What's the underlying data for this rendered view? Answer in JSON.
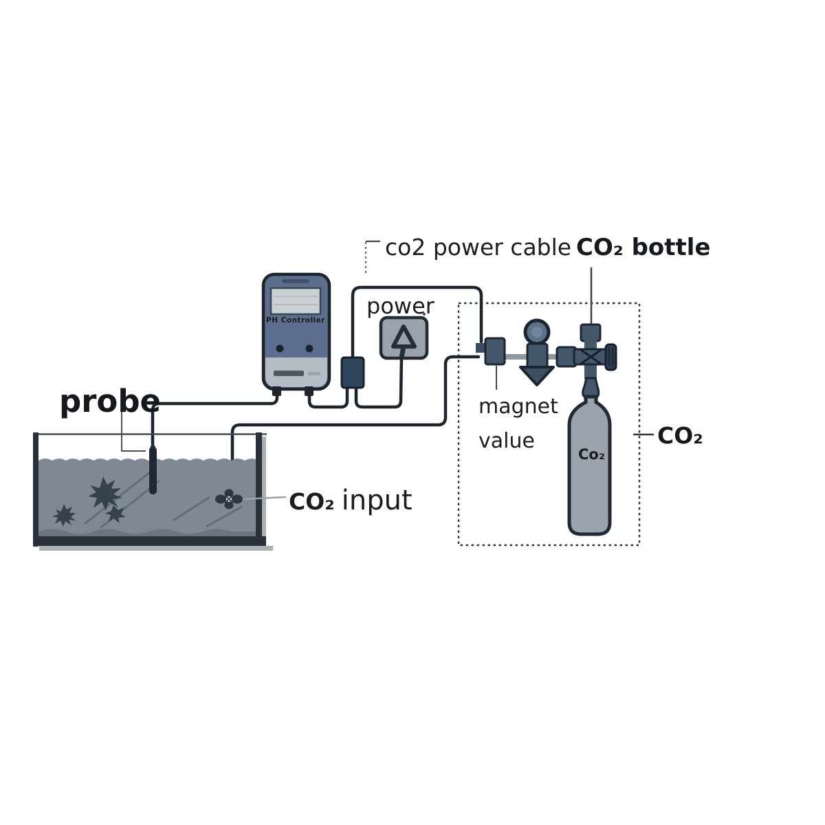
{
  "labels": {
    "co2_power_cable": "co2 power cable",
    "co2_bottle": "CO₂ bottle",
    "power": "power",
    "magnet_valve_line1": "magnet",
    "magnet_valve_line2": "value",
    "co2_box": "CO₂",
    "probe": "probe",
    "co2_input_co2": "CO₂",
    "co2_input_word": "input",
    "bottle_body_text": "Co₂",
    "controller_text": "PH Controller"
  },
  "colors": {
    "line": "#1d242c",
    "component_slate": "#44576b",
    "component_outline": "#1b2530",
    "water": "#7f8893",
    "sediment": "#6c757f",
    "tank_wall": "#2a313a",
    "tank_shadow": "#abb0b6",
    "bottle_fill": "#9aa3ab",
    "controller_body": "#5b6e8d",
    "controller_lower": "#b6bcc4",
    "display": "#cbd0d5",
    "plug_fill": "#9aa3ac",
    "label_text": "#1c1c1c"
  }
}
